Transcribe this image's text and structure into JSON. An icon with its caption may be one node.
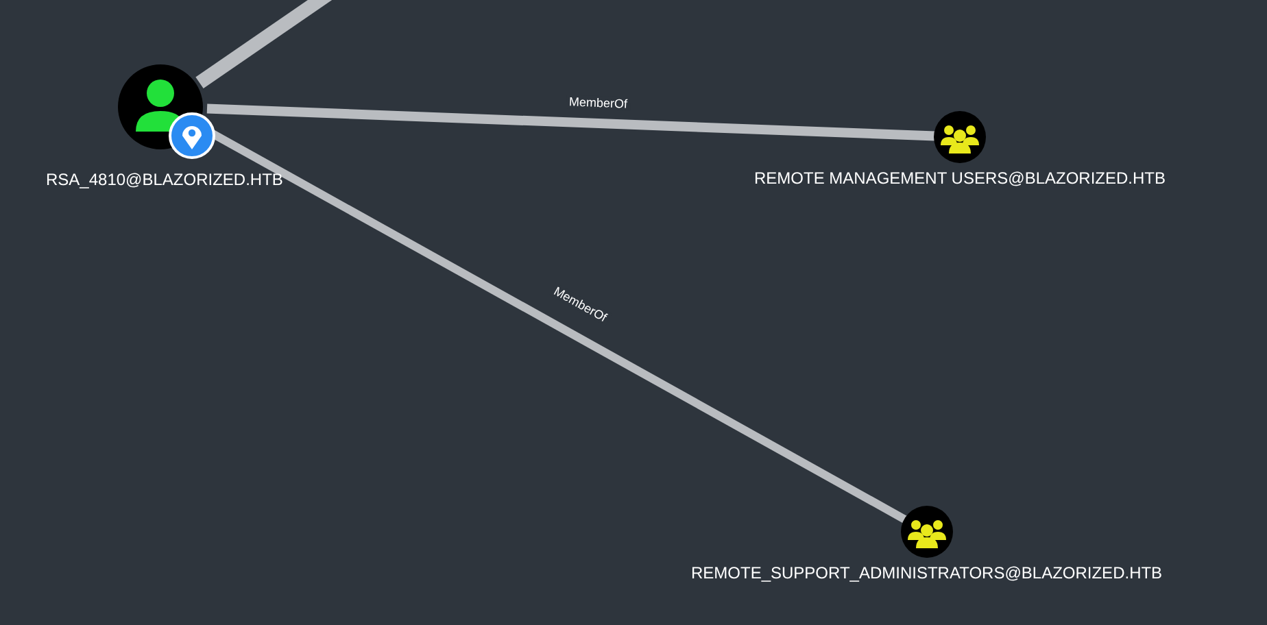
{
  "diagram": {
    "nodes": [
      {
        "text": [
          "RSA_4810@BLAZORIZED.HTB"
        ]
      },
      {
        "text": [
          "REMOTE MANAGEMENT USERS@BLAZORIZED.HTB"
        ]
      },
      {
        "text": [
          "REMOTE_SUPPORT_ADMINISTRATORS@BLAZORIZED.HTB"
        ]
      }
    ],
    "edges": [
      {
        "from": 0,
        "to": 1,
        "label": "MemberOf",
        "arrow": "none"
      },
      {
        "from": 0,
        "to": 2,
        "label": "MemberOf",
        "arrow": "none"
      },
      {
        "from": null,
        "to": 0,
        "arrow": "none"
      }
    ]
  }
}
